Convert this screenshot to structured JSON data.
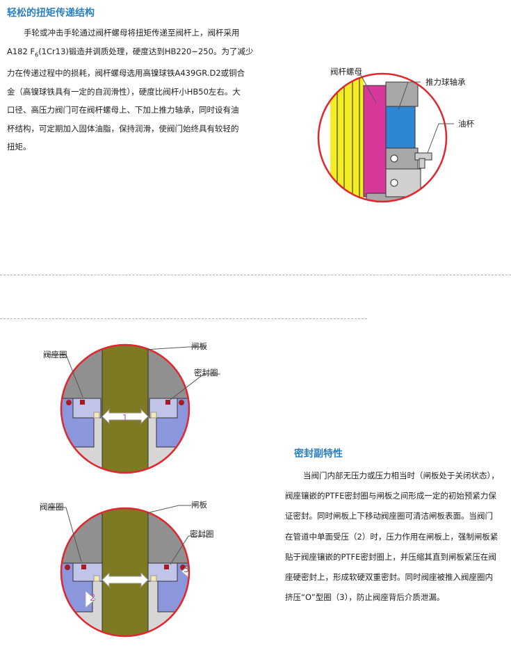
{
  "section1": {
    "title": "轻松的扭矩传递结构",
    "lines": [
      "手轮或冲击手轮通过阀杆螺母将扭矩传递至阀杆上，阀杆采用",
      "A182 F",
      "6",
      "(1Cr13)锻造并调质处理，硬度达到HB220~250。为了减少",
      "力在传递过程中的损耗，阀杆螺母选用高镍球铁A439GR.D2或铜合",
      "金（高镍球铁具有一定的自润滑性），硬度比阀杆小HB50左右。大",
      "口径、高压力阀门可在阀杆螺母上、下加上推力轴承，同时设有油",
      "杯结构，可定期加入固体油脂，保持润滑，使阀门始终具有较轻的",
      "扭矩。"
    ],
    "figure_labels": {
      "stem_nut": "阀杆螺母",
      "thrust_bearing": "推力球轴承",
      "oil_cup": "油杯"
    }
  },
  "figure2": {
    "labels": {
      "seat_ring": "阀座圈",
      "gate": "闸板",
      "seal_ring": "密封圈"
    },
    "arrow_number": "1"
  },
  "figure3": {
    "labels": {
      "seat_ring": "阀座圈",
      "gate": "闸板",
      "seal_ring": "密封圈"
    },
    "numbers": {
      "n2": "2",
      "n3": "3"
    }
  },
  "section2": {
    "title": "密封副特性",
    "lines": [
      "当阀门内部无压力或压力相当时（闸板处于关闭状态），",
      "阀座镶嵌的PTFE密封圈与闸板之间形成一定的初始预紧力保",
      "证密封。同时闸板上下移动阀座圈可清洁闸板表面。当阀门",
      "在管道中单面受压（2）时，压力作用在闸板上，强制闸板紧",
      "贴于阀座镶嵌的PTFE密封圈上，并压缩其直到闸板紧压在阀",
      "座硬密封上，形成软硬双重密封。同时阀座被推入阀座圈内",
      "挤压“O”型圈（3），防止阀座背后介质泄漏。"
    ]
  },
  "colors": {
    "title_blue": "#2a7fc1",
    "circle_red": "#e0262f",
    "stem_yellow": "#f5ec28",
    "nut_magenta": "#d8389a",
    "bearing_blue": "#2f86d3",
    "gate_olive": "#7e7a23",
    "seat_periwinkle": "#8c96dd",
    "body_gray": "#9a9a9a",
    "light_gray": "#d6d6d6",
    "seal_red": "#a51d22"
  }
}
